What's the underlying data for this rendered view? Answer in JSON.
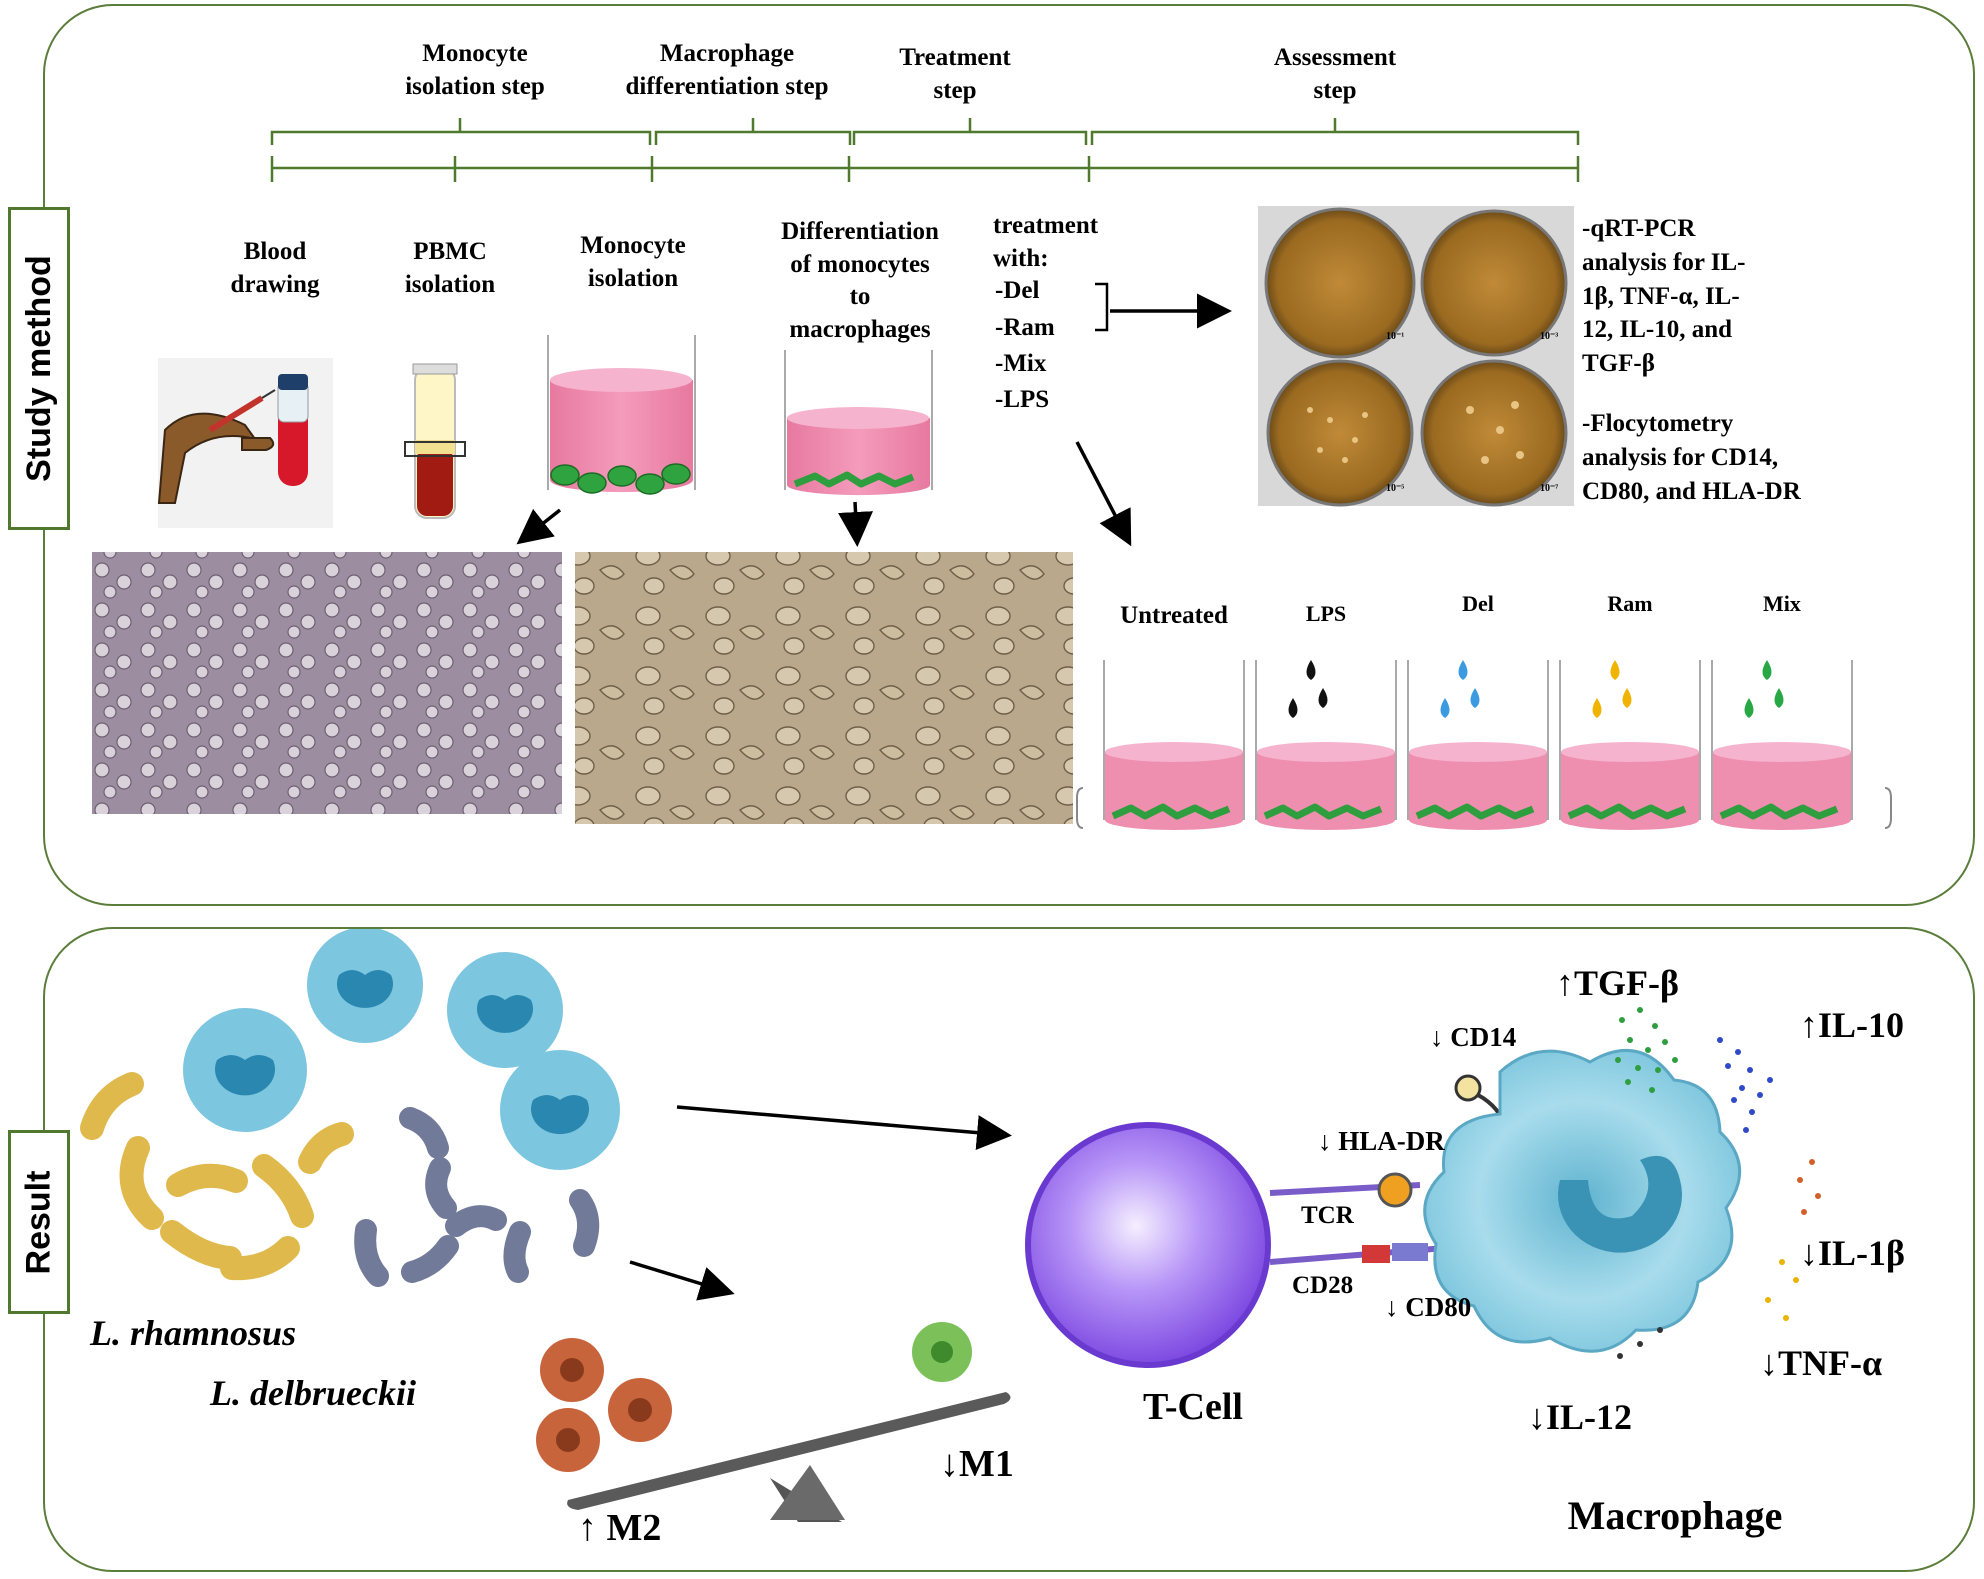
{
  "panels": {
    "study_label": "Study method",
    "result_label": "Result"
  },
  "steps": {
    "monocyte_isolation": "Monocyte\nisolation step",
    "macrophage_diff": "Macrophage\ndifferentiation step",
    "treatment": "Treatment\nstep",
    "assessment": "Assessment\nstep"
  },
  "stages": {
    "blood": "Blood\ndrawing",
    "pbmc": "PBMC\nisolation",
    "monocyte": "Monocyte\nisolation",
    "differentiation": "Differentiation\nof monocytes\nto\nmacrophages"
  },
  "treatment_list": {
    "header": "treatment\nwith:",
    "items": [
      "-Del",
      "-Ram",
      "-Mix",
      "-LPS"
    ]
  },
  "plates": {
    "labels": [
      "10⁻¹",
      "10⁻³",
      "10⁻⁵",
      "10⁻⁷"
    ]
  },
  "assessment": {
    "pcr": "-qRT-PCR\nanalysis for IL-\n1β, TNF-α, IL-\n12, IL-10, and\nTGF-β",
    "flow": "-Flocytometry\nanalysis for CD14,\nCD80, and HLA-DR"
  },
  "wells": {
    "labels": [
      "Untreated",
      "LPS",
      "Del",
      "Ram",
      "Mix"
    ],
    "drop_colors": [
      "",
      "#111111",
      "#3c9be0",
      "#f0b400",
      "#28a745"
    ]
  },
  "result": {
    "bacteria1": "L. rhamnosus",
    "bacteria2": "L. delbrueckii",
    "m1": "↓M1",
    "m2": "↑ M2",
    "tcell": "T-Cell",
    "macrophage": "Macrophage",
    "tgf": "↑TGF-β",
    "cd14": "↓ CD14",
    "il10": "↑IL-10",
    "hladr": "↓ HLA-DR",
    "tcr": "TCR",
    "cd28": "CD28",
    "cd80": "↓ CD80",
    "il1b": "↓IL-1β",
    "tnfa": "↓TNF-α",
    "il12": "↓IL-12"
  },
  "colors": {
    "panel_border": "#5a7d3a",
    "well_pink": "#ef8fb0",
    "cell_green": "#2e9e3e",
    "macrophage_blue": "#8fd0e6",
    "tcell_purple": "#9b6cf0",
    "lacto_yellow": "#f0d27a",
    "lacto_grey": "#7d86a3",
    "m2_brown": "#c8643c",
    "m1_green": "#7cc05a"
  }
}
